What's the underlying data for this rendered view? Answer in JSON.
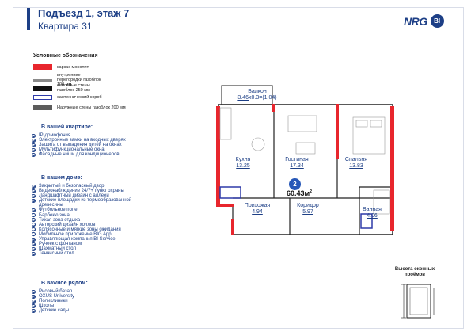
{
  "header": {
    "title": "Подъезд 1, этаж 7",
    "subtitle": "Квартира 31"
  },
  "logo": {
    "word": "NRG",
    "badge": "BI"
  },
  "legend": {
    "title": "Условные обозначения",
    "items": [
      {
        "label": "каркас монолит",
        "color": "#e8262d"
      },
      {
        "label": "внутренние перегородки газоблок 100 мм",
        "color": "#8a8a8a"
      },
      {
        "label": "основные стены газоблок 250 мм",
        "color": "#111111"
      },
      {
        "label": "сантехнический короб",
        "color": "#2e3aa8"
      },
      {
        "label": "Наружные стены газоблок 200 мм",
        "color": "#5c5c5c"
      }
    ]
  },
  "in_apartment": {
    "title": "В вашей квартире:",
    "items": [
      "IP-домофония",
      "Электронные замки на входных дверях",
      "Защита от выпадения детей на окнах",
      "Мультифункциональные окна",
      "Фасадные ниши для кондиционеров"
    ]
  },
  "in_house": {
    "title": "В вашем доме:",
    "items": [
      "Закрытый и безопасный двор",
      "Видеонаблюдение 24/7+ пункт охраны",
      "Ландшафтный дизайн с аллеей",
      "Детские площадки из термообразованной",
      "древесины",
      "Футбольное поле",
      "Барбекю зона",
      "Тихая зона отдыха",
      "Авторский дизайн холлов",
      "Колясочные и мягкие зоны ожидания",
      "Мобильное приложение BIG App",
      "Управляющая компания BI Service",
      "Ручеек с фонтаном",
      "Шахматный стол",
      "Теннисный стол"
    ]
  },
  "nearby": {
    "title": "В важное рядом:",
    "items": [
      "Рисовый базар",
      "OXUS University",
      "Поликлиники",
      "Школы",
      "Детские сады"
    ]
  },
  "rooms": {
    "balcony": {
      "name": "Балкон",
      "area": "3.46",
      "suffix": "x0.3=(1.04)"
    },
    "kitchen": {
      "name": "Кухня",
      "area": "13.25"
    },
    "living": {
      "name": "Гостиная",
      "area": "17.34"
    },
    "bedroom": {
      "name": "Спальня",
      "area": "13.83"
    },
    "hall": {
      "name": "Прихожая",
      "area": "4.94"
    },
    "corridor": {
      "name": "Коридор",
      "area": "5.97"
    },
    "bath": {
      "name": "Ванная",
      "area": "4.06"
    }
  },
  "apartment": {
    "rooms_count": "2",
    "total_area": "60.43м",
    "unit_sup": "2"
  },
  "windows": {
    "title": "Высота оконных проёмов"
  }
}
